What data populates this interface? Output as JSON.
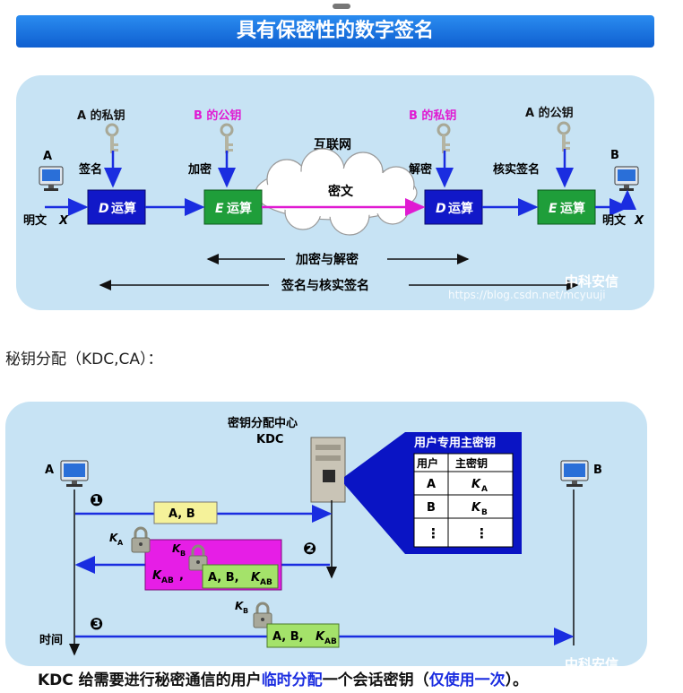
{
  "title": "具有保密性的数字签名",
  "sig_diagram": {
    "labels": {
      "a_private_key": "A 的私钥",
      "b_public_key": "B 的公钥",
      "b_private_key": "B 的私钥",
      "a_public_key": "A 的公钥",
      "internet": "互联网",
      "cipher": "密文",
      "sign": "签名",
      "encrypt": "加密",
      "decrypt": "解密",
      "verify": "核实签名",
      "plaintext_left": "明文",
      "plaintext_right": "明文",
      "x_symbol": "X",
      "node_a": "A",
      "node_b": "B",
      "enc_dec": "加密与解密",
      "sign_verify": "签名与核实签名"
    },
    "boxes": [
      {
        "letter": "D",
        "text": "运算",
        "color": "#1118c8"
      },
      {
        "letter": "E",
        "text": "运算",
        "color": "#1f9e3a"
      },
      {
        "letter": "D",
        "text": "运算",
        "color": "#1118c8"
      },
      {
        "letter": "E",
        "text": "运算",
        "color": "#1f9e3a"
      }
    ],
    "watermark": "中科安信",
    "url_watermark": "https://blog.csdn.net/mcyuuji"
  },
  "caption": "秘钥分配（KDC,CA）：",
  "kdc_diagram": {
    "kdc_label_line1": "密钥分配中心",
    "kdc_label_line2": "KDC",
    "node_a": "A",
    "node_b": "B",
    "time_label": "时间",
    "table": {
      "title": "用户专用主密钥",
      "headers": [
        "用户",
        "主密钥"
      ],
      "rows": [
        {
          "user": "A",
          "key": "K",
          "sub": "A"
        },
        {
          "user": "B",
          "key": "K",
          "sub": "B"
        },
        {
          "user": "⋮",
          "key": "⋮",
          "sub": ""
        }
      ]
    },
    "steps": [
      "❶",
      "❷",
      "❸"
    ],
    "msg1": "A, B",
    "msg2_pre": "A, B, ",
    "key_k": "K",
    "sub_a": "A",
    "sub_b": "B",
    "sub_ab": "AB",
    "comma": ",",
    "msg3_pre": "A, B, ",
    "watermark": "中科安信"
  },
  "bottom": {
    "part1": "KDC 给需要进行秘密通信的用户",
    "part2": "临时分配",
    "part3": "一个会话密钥（",
    "part4": "仅使用一次",
    "part5": "）。"
  },
  "colors": {
    "title_blue": "#1773e6",
    "panel_bg": "#c7e3f4",
    "arrow_blue": "#1a2de0",
    "key_color": "#c9c9b8",
    "pink_box": "#e61ee6",
    "yellow_box": "#f5f29a",
    "green_box": "#a4e26a",
    "table_blue": "#0a14c4"
  }
}
